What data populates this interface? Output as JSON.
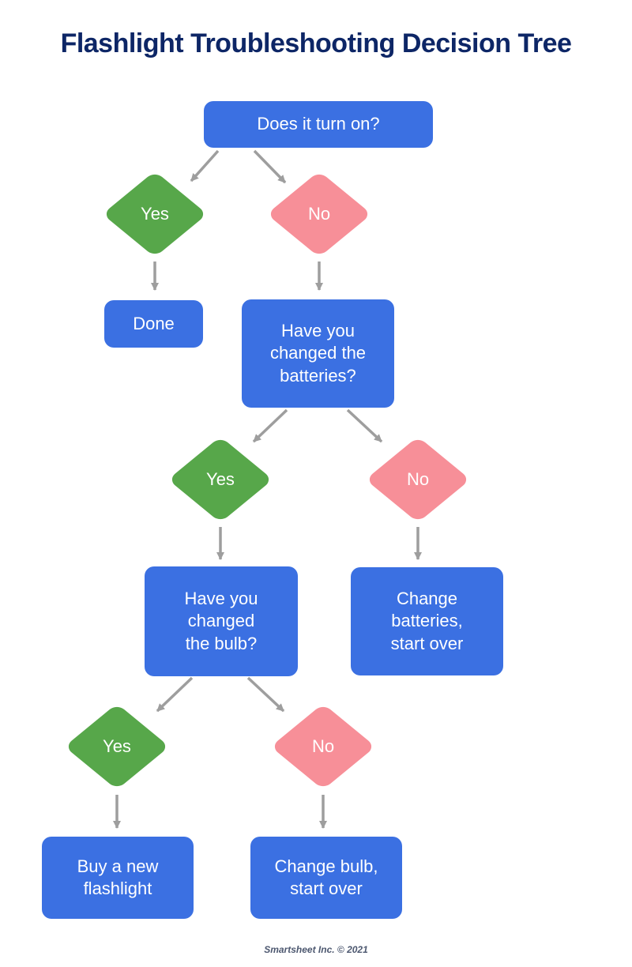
{
  "title": "Flashlight Troubleshooting Decision Tree",
  "footer": "Smartsheet Inc. © 2021",
  "colors": {
    "question_box": "#3b70e2",
    "yes_diamond": "#57a74a",
    "no_diamond": "#f78f98",
    "arrow": "#9e9e9e",
    "title_text": "#0d2666",
    "box_text": "#ffffff",
    "footer_text": "#4d5870",
    "background": "#ffffff"
  },
  "nodes": {
    "q1": {
      "label": "Does it turn on?"
    },
    "d1_yes": {
      "label": "Yes"
    },
    "d1_no": {
      "label": "No"
    },
    "done": {
      "label": "Done"
    },
    "q2": {
      "label": "Have you\nchanged the\nbatteries?"
    },
    "d2_yes": {
      "label": "Yes"
    },
    "d2_no": {
      "label": "No"
    },
    "q3": {
      "label": "Have you\nchanged\nthe bulb?"
    },
    "change_batteries": {
      "label": "Change\nbatteries,\nstart over"
    },
    "d3_yes": {
      "label": "Yes"
    },
    "d3_no": {
      "label": "No"
    },
    "buy_flashlight": {
      "label": "Buy a new\nflashlight"
    },
    "change_bulb": {
      "label": "Change bulb,\nstart over"
    }
  }
}
